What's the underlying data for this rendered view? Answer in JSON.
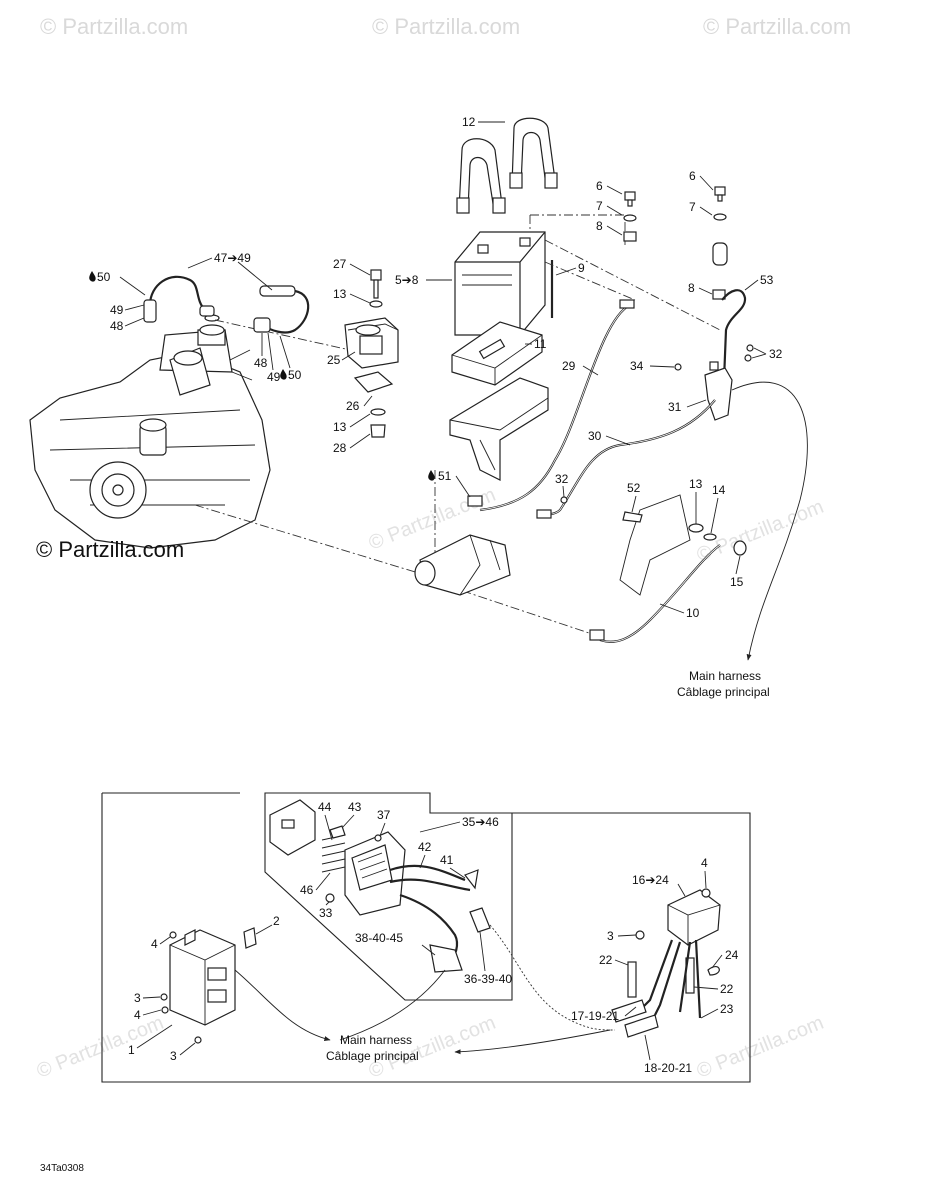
{
  "watermark": "© Partzilla.com",
  "copyright": "© Partzilla.com",
  "figure_code": "34Ta0308",
  "top_labels": {
    "l12": "12",
    "l6a": "6",
    "l7a": "7",
    "l8a": "8",
    "l6b": "6",
    "l7b": "7",
    "l27": "27",
    "l5_8": "5➔8",
    "l9": "9",
    "l8b": "8",
    "l53": "53",
    "l47_49": "47➔49",
    "l50a": "50",
    "l49a": "49",
    "l48a": "48",
    "l13a": "13",
    "l25": "25",
    "l48b": "48",
    "l49b": "49",
    "l50b": "50",
    "l11": "11",
    "l29": "29",
    "l34": "34",
    "l32a": "32",
    "l26": "26",
    "l13b": "13",
    "l28": "28",
    "l31": "31",
    "l30": "30",
    "l51": "51",
    "l32b": "32",
    "l52": "52",
    "l13c": "13",
    "l14": "14",
    "l15": "15",
    "l10": "10"
  },
  "main_harness": {
    "en": "Main harness",
    "fr": "Câblage principal"
  },
  "bottom_labels": {
    "l44": "44",
    "l43": "43",
    "l37": "37",
    "l35_46": "35➔46",
    "l42": "42",
    "l41": "41",
    "l46": "46",
    "l33": "33",
    "l38_40_45": "38-40-45",
    "l36_39_40": "36-39-40",
    "l2": "2",
    "l4a": "4",
    "l3a": "3",
    "l4b": "4",
    "l1": "1",
    "l3b": "3",
    "l4c": "4",
    "l16_24": "16➔24",
    "l3c": "3",
    "l22a": "22",
    "l24": "24",
    "l22b": "22",
    "l17_19_21": "17-19-21",
    "l23": "23",
    "l18_20_21": "18-20-21"
  },
  "bottom_harness": {
    "en": "Main harness",
    "fr": "Câblage principal"
  }
}
